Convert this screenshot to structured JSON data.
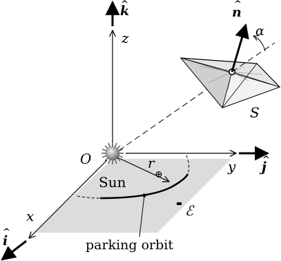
{
  "labels": {
    "k_vec": "k",
    "n_vec": "n",
    "i_vec": "i",
    "j_vec": "j",
    "z_axis": "z",
    "y_axis": "y",
    "x_axis": "x",
    "alpha": "α",
    "sail": "S",
    "origin": "O",
    "r_symbol": "r",
    "r_subscript": "⊕",
    "sun": "Sun",
    "plane": "ℰ",
    "parking_orbit": "parking orbit"
  },
  "colors": {
    "ink": "#000000",
    "plane_fill": "#dcdcdc",
    "sail_fill": "#e8e8e8",
    "sun_core": "#9a9a9a"
  }
}
